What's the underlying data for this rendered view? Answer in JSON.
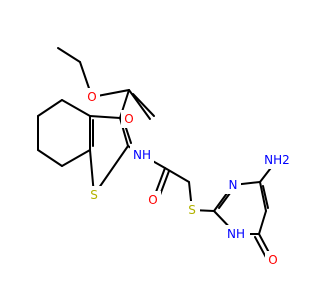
{
  "figure": {
    "type": "chemical-structure",
    "colors": {
      "bond": "#000000",
      "carbon": "#000000",
      "oxygen": "#ff0000",
      "nitrogen": "#0000ff",
      "sulfur": "#b2b200",
      "background": "#ffffff"
    }
  },
  "atoms": {
    "ester_carbonyl_oxygen": "O",
    "ester_ether_oxygen": "O",
    "ring_sulfur": "S",
    "amide_nitrogen": "NH",
    "amide_oxygen": "O",
    "thioether_sulfur": "S",
    "pyrimidine_n3": "N",
    "amino_group": "NH2",
    "pyrimidine_n1h": "NH",
    "pyrimidinone_oxygen": "O"
  }
}
